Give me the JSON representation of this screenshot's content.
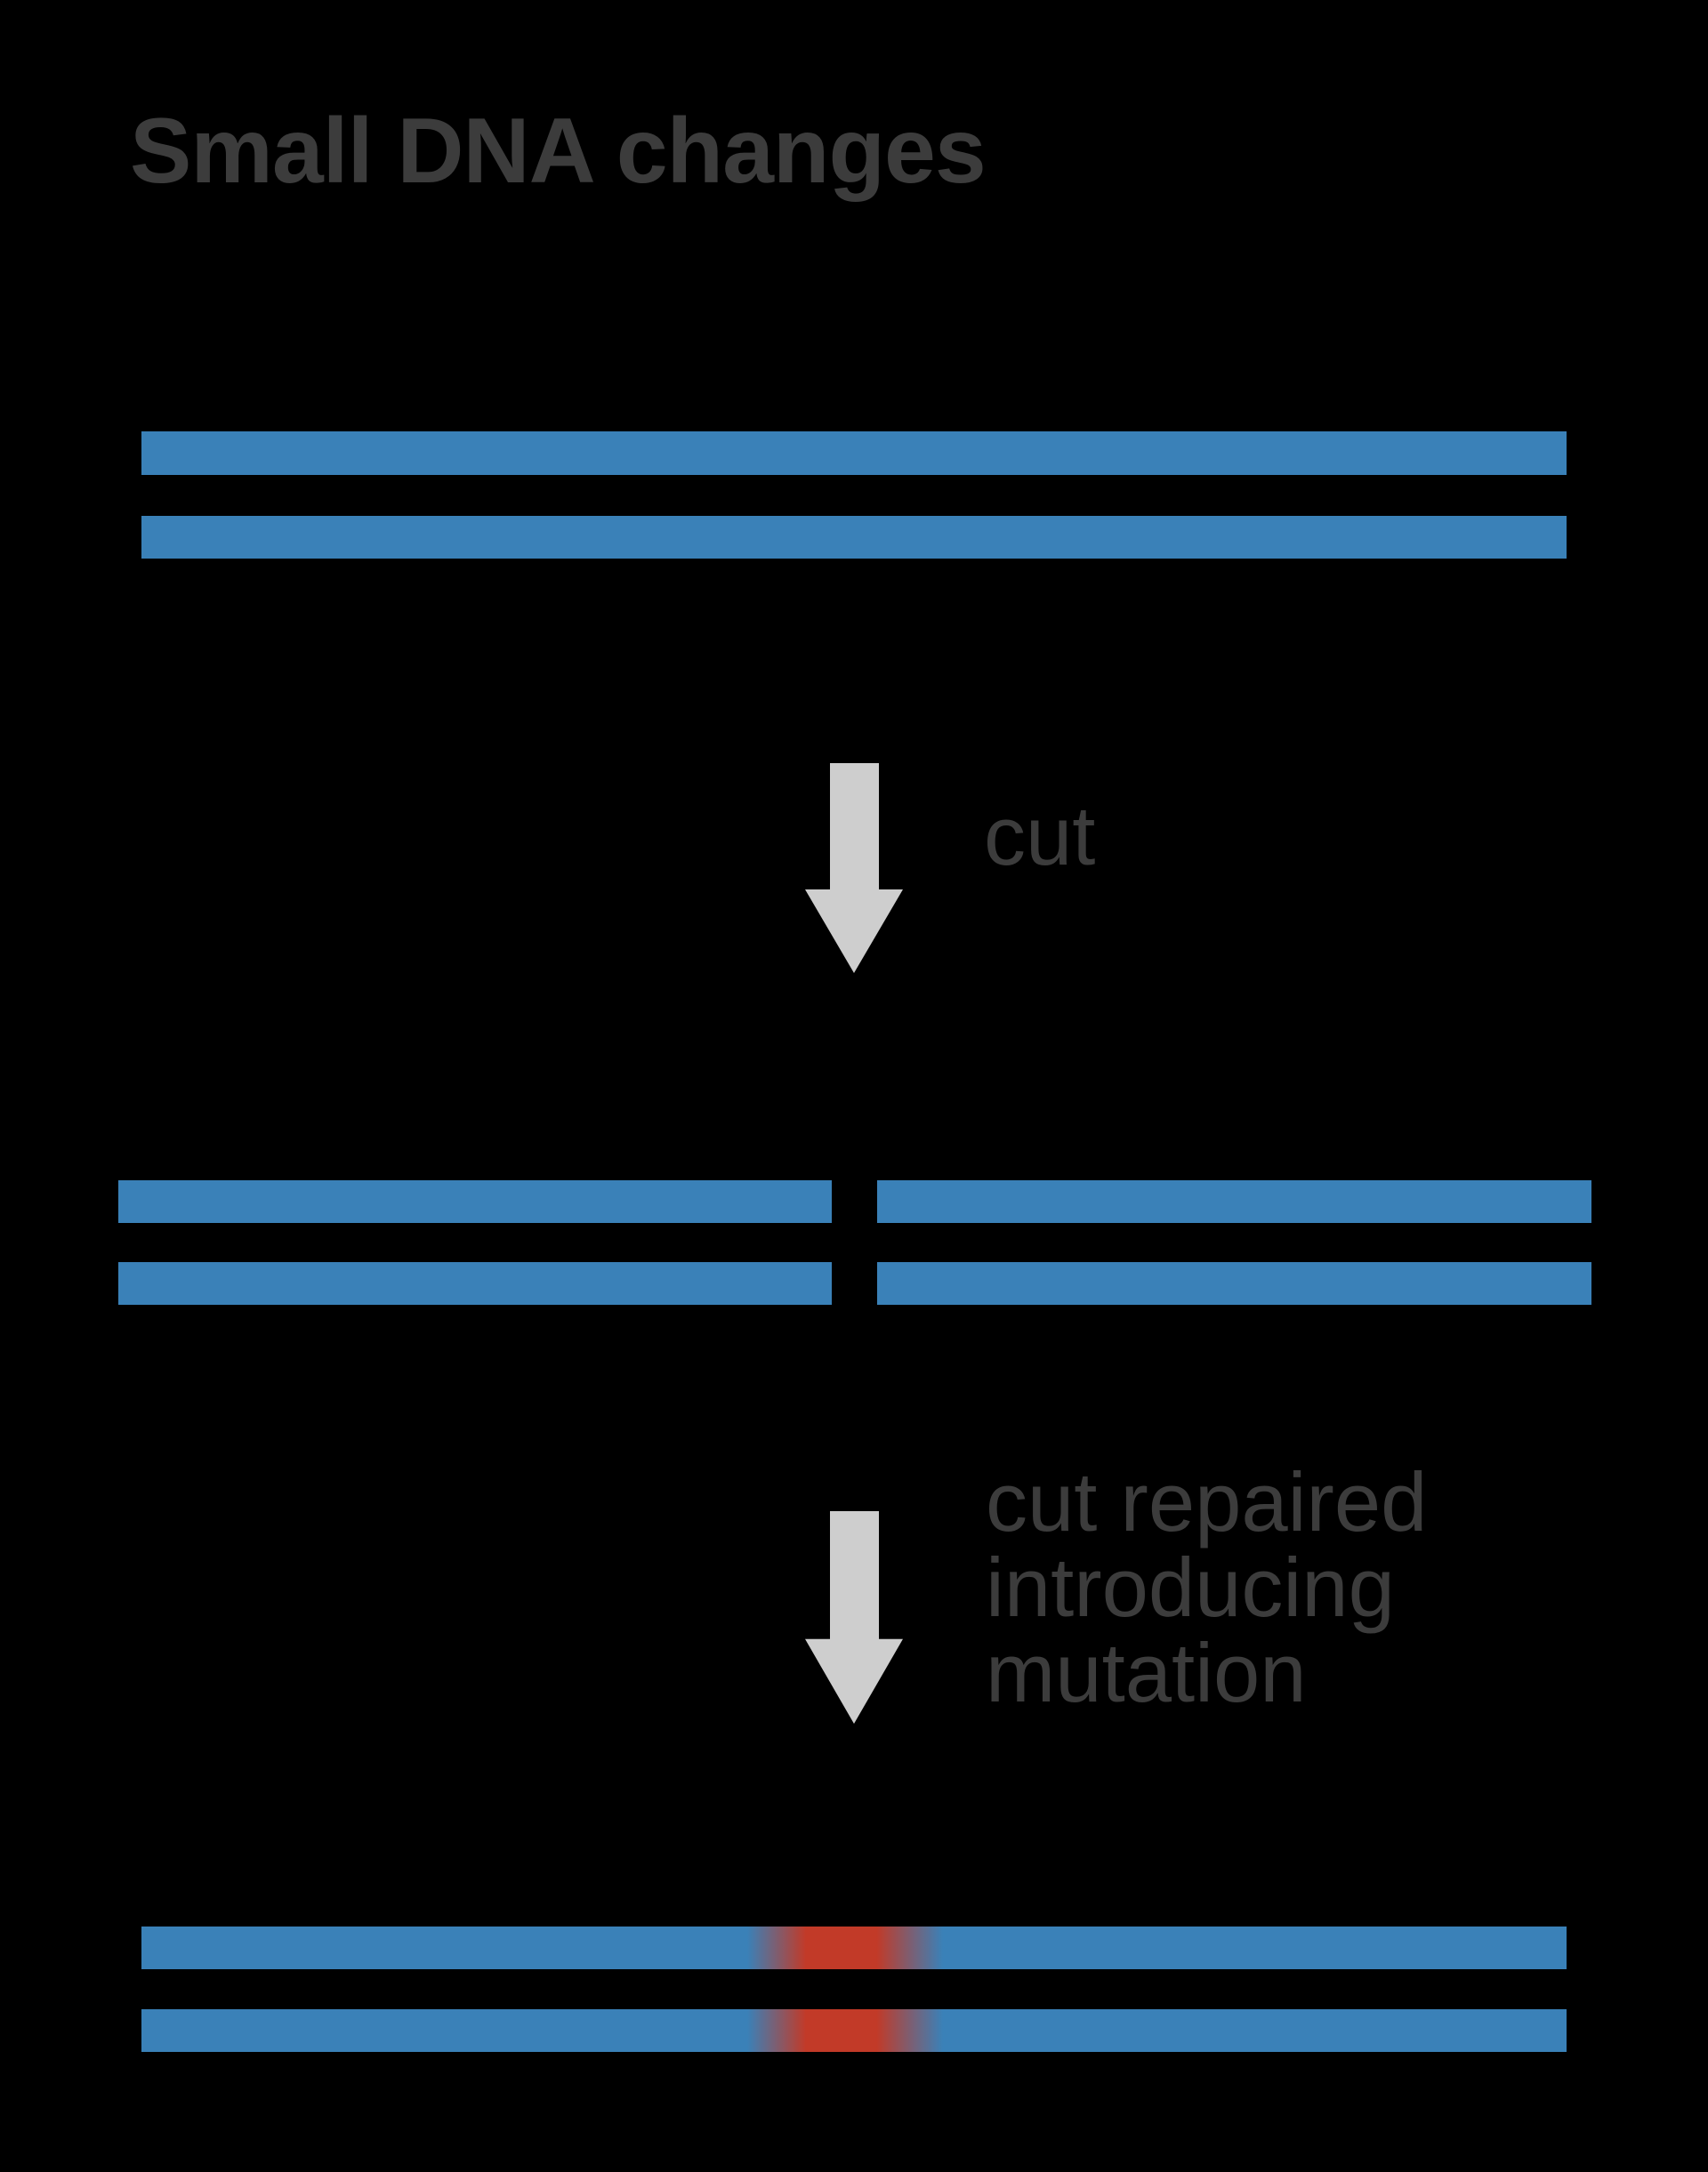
{
  "title": "Small DNA changes",
  "labels": {
    "cut": "cut",
    "repair_line1": "cut repaired",
    "repair_line2": "introducing",
    "repair_line3": "mutation"
  },
  "icons": {
    "cut_step": "down-arrow-icon",
    "repair_step": "down-arrow-icon"
  },
  "colors": {
    "background": "#000000",
    "dna_strand_blue": "#3a81b8",
    "arrow_gray": "#cecece",
    "label_text_gray": "#3c3c3c",
    "mutation_red": "#c23a28"
  }
}
